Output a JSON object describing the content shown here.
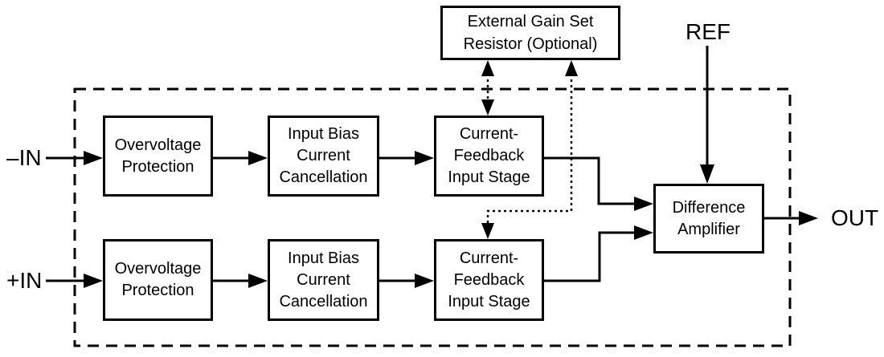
{
  "colors": {
    "stroke": "#000000",
    "background": "#ffffff"
  },
  "labels": {
    "in_negative": "–IN",
    "in_positive": "+IN",
    "ref": "REF",
    "out": "OUT"
  },
  "blocks": {
    "external_gain_resistor": "External Gain Set\nResistor (Optional)",
    "overvoltage_protection_top": "Overvoltage\nProtection",
    "input_bias_cancellation_top": "Input Bias\nCurrent\nCancellation",
    "current_feedback_top": "Current-\nFeedback\nInput Stage",
    "overvoltage_protection_bottom": "Overvoltage\nProtection",
    "input_bias_cancellation_bottom": "Input Bias\nCurrent\nCancellation",
    "current_feedback_bottom": "Current-\nFeedback\nInput Stage",
    "difference_amplifier": "Difference\nAmplifier"
  }
}
